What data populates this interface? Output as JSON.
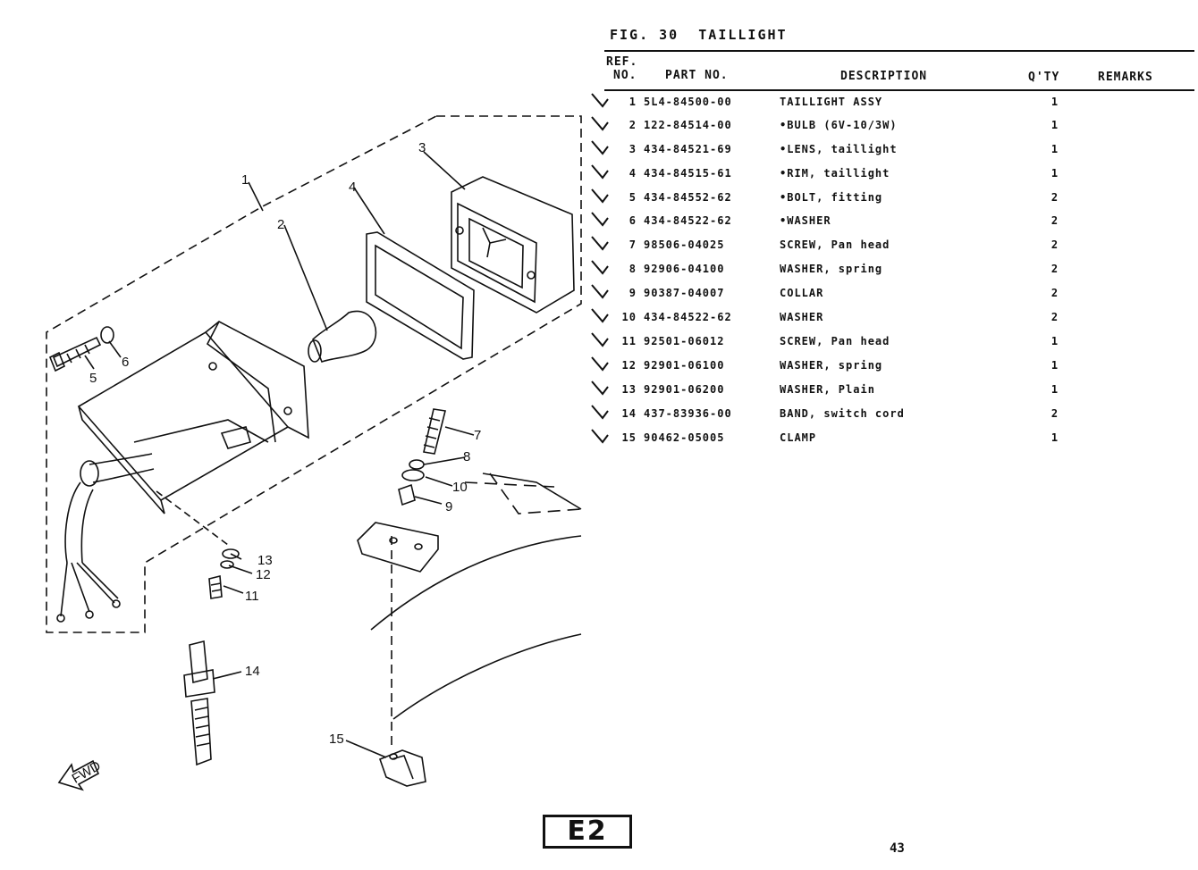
{
  "figure": {
    "label": "FIG. 30",
    "title": "TAILLIGHT"
  },
  "columns": {
    "ref_line1": "REF.",
    "ref_line2": "NO.",
    "part_no": "PART NO.",
    "description": "DESCRIPTION",
    "qty": "Q'TY",
    "remarks": "REMARKS"
  },
  "rows": [
    {
      "ref": "1",
      "part_no": "5L4-84500-00",
      "description": "TAILLIGHT ASSY",
      "qty": "1",
      "remarks": ""
    },
    {
      "ref": "2",
      "part_no": "122-84514-00",
      "description": "•BULB (6V-10/3W)",
      "qty": "1",
      "remarks": ""
    },
    {
      "ref": "3",
      "part_no": "434-84521-69",
      "description": "•LENS, taillight",
      "qty": "1",
      "remarks": ""
    },
    {
      "ref": "4",
      "part_no": "434-84515-61",
      "description": "•RIM, taillight",
      "qty": "1",
      "remarks": ""
    },
    {
      "ref": "5",
      "part_no": "434-84552-62",
      "description": "•BOLT, fitting",
      "qty": "2",
      "remarks": ""
    },
    {
      "ref": "6",
      "part_no": "434-84522-62",
      "description": "•WASHER",
      "qty": "2",
      "remarks": ""
    },
    {
      "ref": "7",
      "part_no": "98506-04025",
      "description": "SCREW, Pan head",
      "qty": "2",
      "remarks": ""
    },
    {
      "ref": "8",
      "part_no": "92906-04100",
      "description": "WASHER, spring",
      "qty": "2",
      "remarks": ""
    },
    {
      "ref": "9",
      "part_no": "90387-04007",
      "description": "COLLAR",
      "qty": "2",
      "remarks": ""
    },
    {
      "ref": "10",
      "part_no": "434-84522-62",
      "description": "WASHER",
      "qty": "2",
      "remarks": ""
    },
    {
      "ref": "11",
      "part_no": "92501-06012",
      "description": "SCREW, Pan head",
      "qty": "1",
      "remarks": ""
    },
    {
      "ref": "12",
      "part_no": "92901-06100",
      "description": "WASHER, spring",
      "qty": "1",
      "remarks": ""
    },
    {
      "ref": "13",
      "part_no": "92901-06200",
      "description": "WASHER, Plain",
      "qty": "1",
      "remarks": ""
    },
    {
      "ref": "14",
      "part_no": "437-83936-00",
      "description": "BAND, switch cord",
      "qty": "2",
      "remarks": ""
    },
    {
      "ref": "15",
      "part_no": "90462-05005",
      "description": "CLAMP",
      "qty": "1",
      "remarks": ""
    }
  ],
  "diagram_callouts": {
    "c1": "1",
    "c2": "2",
    "c3": "3",
    "c4": "4",
    "c5": "5",
    "c6": "6",
    "c7": "7",
    "c8": "8",
    "c9": "9",
    "c10": "10",
    "c11": "11",
    "c12": "12",
    "c13": "13",
    "c14": "14",
    "c15": "15",
    "fwd": "FWD"
  },
  "footer": {
    "section_mark": "E2",
    "page_number": "43"
  }
}
